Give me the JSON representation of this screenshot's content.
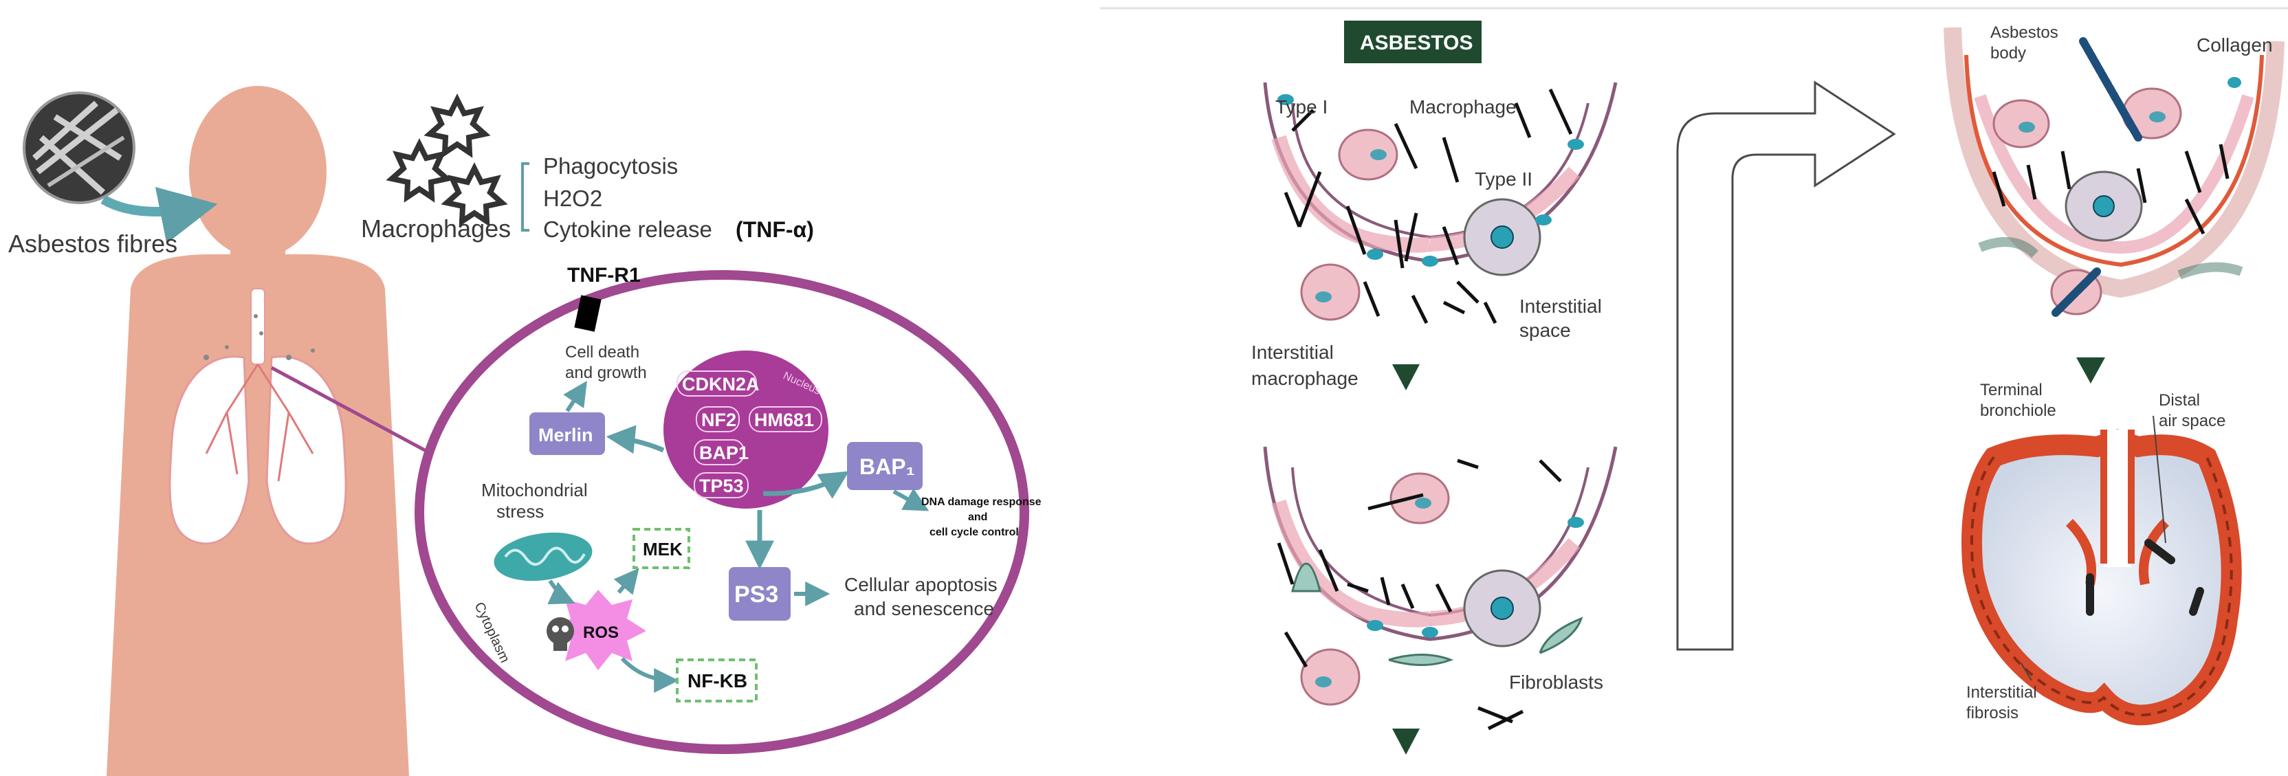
{
  "left_panel": {
    "asbestos_fibres": "Asbestos fibres",
    "macrophages": "Macrophages",
    "responses": [
      "Phagocytosis",
      "H2O2",
      "Cytokine release"
    ],
    "tnf_alpha": "(TNF-α)",
    "tnf_r1": "TNF-R1",
    "cell_death_1": "Cell death",
    "cell_death_2": "and growth",
    "nucleus": "Nucleus",
    "genes": [
      "CDKN2A",
      "NF2",
      "HM681",
      "BAP1",
      "TP53"
    ],
    "merlin": "Merlin",
    "bap1": "BAP₁",
    "dna_1": "DNA damage response",
    "dna_2": "and",
    "dna_3": "cell cycle control",
    "mito_1": "Mitochondrial",
    "mito_2": "stress",
    "mek": "MEK",
    "ros": "ROS",
    "p53": "PS3",
    "apoptosis_1": "Cellular apoptosis",
    "apoptosis_2": "and senescence",
    "nfkb": "NF-KB",
    "cytoplasm": "Cytoplasm"
  },
  "right_panel": {
    "asbestos": "ASBESTOS",
    "type1": "Type I",
    "macrophage": "Macrophage",
    "type2": "Type II",
    "interstitial_space_1": "Interstitial",
    "interstitial_space_2": "space",
    "interstitial_macrophage_1": "Interstitial",
    "interstitial_macrophage_2": "macrophage",
    "fibroblasts": "Fibroblasts",
    "asbestos_body_1": "Asbestos",
    "asbestos_body_2": "body",
    "collagen": "Collagen",
    "terminal_1": "Terminal",
    "terminal_2": "bronchiole",
    "distal_1": "Distal",
    "distal_2": "air space",
    "fibrosis_1": "Interstitial",
    "fibrosis_2": "fibrosis"
  },
  "colors": {
    "skin": "#e9ab96",
    "lung": "#ffffff",
    "cell_border": "#a04890",
    "nucleus": "#a83c98",
    "node": "#8e86c8",
    "arrow": "#5f9fa7",
    "dark_green": "#1f4a30",
    "pink_cell": "#f0c0c8",
    "fibrosis": "#d84a2a"
  }
}
